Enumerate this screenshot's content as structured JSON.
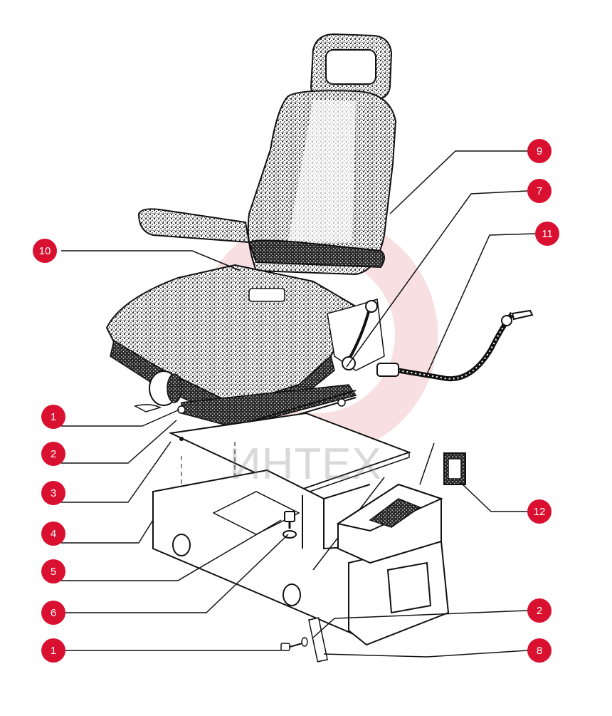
{
  "watermark": {
    "text": "ИНТЕХ",
    "gear_color": "#f3c6cc"
  },
  "colors": {
    "callout_fill": "#d9102f",
    "callout_text": "#ffffff",
    "line": "#111111",
    "stipple": "#1a1a1a"
  },
  "callouts": [
    {
      "id": "c-9",
      "label": "9"
    },
    {
      "id": "c-7",
      "label": "7"
    },
    {
      "id": "c-11",
      "label": "11"
    },
    {
      "id": "c-10",
      "label": "10"
    },
    {
      "id": "c-1a",
      "label": "1"
    },
    {
      "id": "c-2a",
      "label": "2"
    },
    {
      "id": "c-3",
      "label": "3"
    },
    {
      "id": "c-4",
      "label": "4"
    },
    {
      "id": "c-5",
      "label": "5"
    },
    {
      "id": "c-6",
      "label": "6"
    },
    {
      "id": "c-12",
      "label": "12"
    },
    {
      "id": "c-2b",
      "label": "2"
    },
    {
      "id": "c-1b",
      "label": "1"
    },
    {
      "id": "c-8",
      "label": "8"
    }
  ]
}
